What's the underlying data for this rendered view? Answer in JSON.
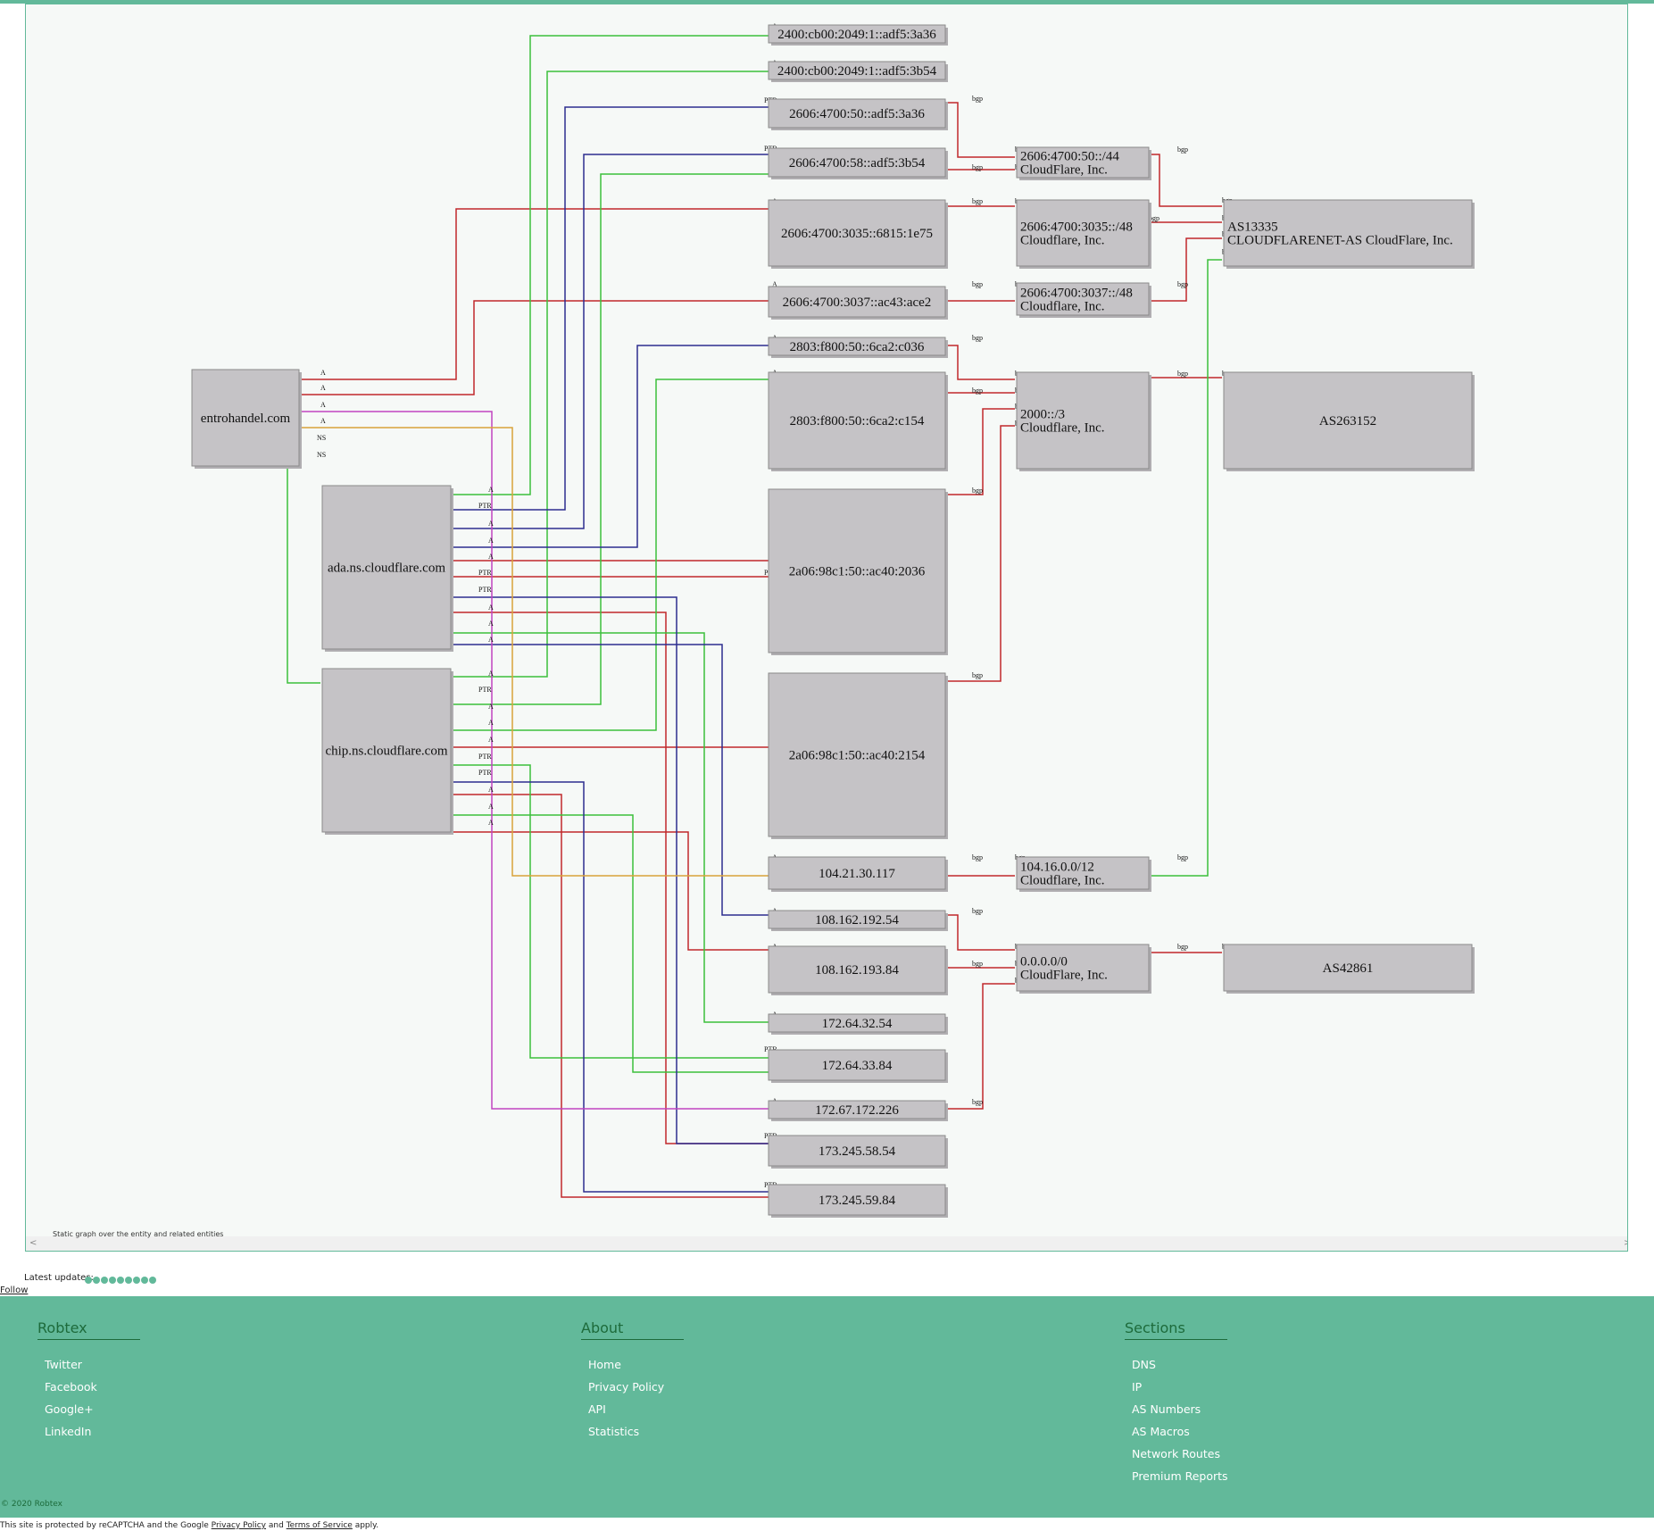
{
  "graph": {
    "caption": "Static graph over the entity and related entities",
    "nodes": {
      "domain": "entrohandel.com",
      "ns_ada": "ada.ns.cloudflare.com",
      "ns_chip": "chip.ns.cloudflare.com",
      "ip_2400_3a36": "2400:cb00:2049:1::adf5:3a36",
      "ip_2400_3b54": "2400:cb00:2049:1::adf5:3b54",
      "ip_2606_50_3a36": "2606:4700:50::adf5:3a36",
      "ip_2606_58_3b54": "2606:4700:58::adf5:3b54",
      "ip_2606_3035": "2606:4700:3035::6815:1e75",
      "ip_2606_3037": "2606:4700:3037::ac43:ace2",
      "ip_2803_c036": "2803:f800:50::6ca2:c036",
      "ip_2803_c154": "2803:f800:50::6ca2:c154",
      "ip_2a06_2036": "2a06:98c1:50::ac40:2036",
      "ip_2a06_2154": "2a06:98c1:50::ac40:2154",
      "ip_104": "104.21.30.117",
      "ip_108_54": "108.162.192.54",
      "ip_108_84": "108.162.193.84",
      "ip_172_32": "172.64.32.54",
      "ip_172_33": "172.64.33.84",
      "ip_172_67": "172.67.172.226",
      "ip_173_58": "173.245.58.54",
      "ip_173_59": "173.245.59.84",
      "route_2606_44_l1": "2606:4700:50::/44",
      "route_2606_44_l2": "CloudFlare, Inc.",
      "route_3035_l1": "2606:4700:3035::/48",
      "route_3035_l2": "Cloudflare, Inc.",
      "route_3037_l1": "2606:4700:3037::/48",
      "route_3037_l2": "Cloudflare, Inc.",
      "route_2000_l1": "2000::/3",
      "route_2000_l2": "Cloudflare, Inc.",
      "route_104_l1": "104.16.0.0/12",
      "route_104_l2": "Cloudflare, Inc.",
      "route_0_l1": "0.0.0.0/0",
      "route_0_l2": "CloudFlare, Inc.",
      "as13335_l1": "AS13335",
      "as13335_l2": "CLOUDFLARENET-AS CloudFlare, Inc.",
      "as263152": "AS263152",
      "as42861": "AS42861"
    },
    "edge_labels": {
      "a": "A",
      "ptr": "PTR",
      "ns": "NS",
      "bgp": "bgp"
    },
    "colors": {
      "red": "#c0292b",
      "green": "#3cbf3c",
      "blue": "#2d2d8f",
      "magenta": "#c044c0",
      "orange": "#d9a23a",
      "accent": "#62b99a"
    }
  },
  "latest_updates_label": "Latest updates:",
  "follow_label": "Follow",
  "footer": {
    "columns": [
      {
        "title": "Robtex",
        "links": [
          "Twitter",
          "Facebook",
          "Google+",
          "LinkedIn"
        ]
      },
      {
        "title": "About",
        "links": [
          "Home",
          "Privacy Policy",
          "API",
          "Statistics"
        ]
      },
      {
        "title": "Sections",
        "links": [
          "DNS",
          "IP",
          "AS Numbers",
          "AS Macros",
          "Network Routes",
          "Premium Reports"
        ]
      }
    ],
    "copyright": "© 2020 Robtex"
  },
  "recaptcha": {
    "prefix": "This site is protected by reCAPTCHA and the Google ",
    "privacy": "Privacy Policy",
    "and": " and ",
    "terms": "Terms of Service",
    "suffix": " apply."
  }
}
